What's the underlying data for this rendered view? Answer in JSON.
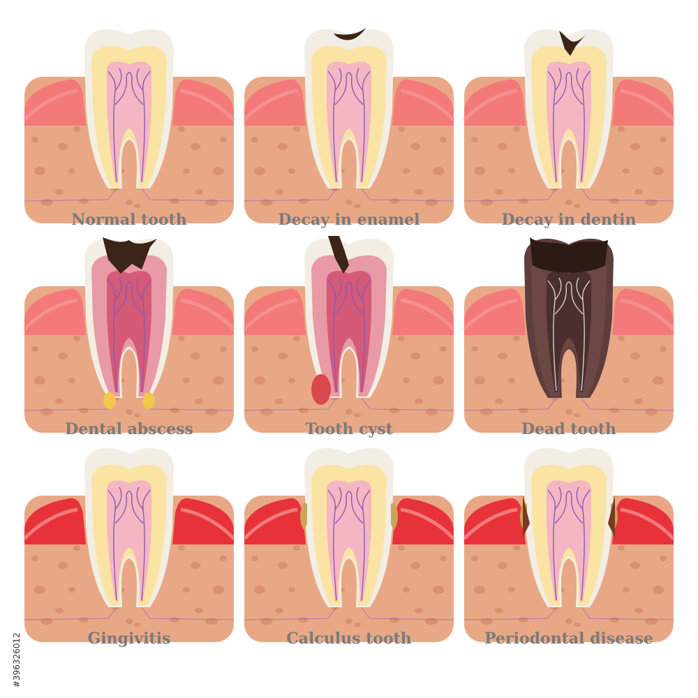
{
  "panels": [
    {
      "caption": "Normal tooth",
      "variant": "normal"
    },
    {
      "caption": "Decay in enamel",
      "variant": "enamel"
    },
    {
      "caption": "Decay in dentin",
      "variant": "dentin"
    },
    {
      "caption": "Dental abscess",
      "variant": "abscess"
    },
    {
      "caption": "Tooth cyst",
      "variant": "cyst"
    },
    {
      "caption": "Dead tooth",
      "variant": "dead"
    },
    {
      "caption": "Gingivitis",
      "variant": "gingivitis"
    },
    {
      "caption": "Calculus tooth",
      "variant": "calculus"
    },
    {
      "caption": "Periodontal disease",
      "variant": "periodontal"
    }
  ],
  "stock_id": "#396326012",
  "colors": {
    "bone": "#e8a886",
    "bone_spots": "#d4896a",
    "gum": "#f47a7a",
    "gum_inflamed": "#e8323a",
    "gum_top": "#f59a98",
    "enamel": "#f2eee4",
    "dentin": "#fbe3a4",
    "pulp": "#f4b6c2",
    "nerve": "#8a5ab4",
    "decay": "#3b2418",
    "dead_pulp": "#5e3e3c",
    "pus": "#f2c84a",
    "calculus": "#c9a45a"
  },
  "icons": [
    "tooth-cross-section-icon"
  ]
}
